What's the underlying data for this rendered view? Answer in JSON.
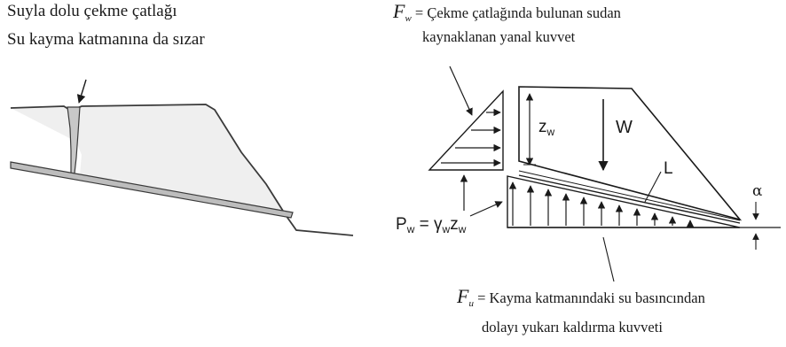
{
  "left": {
    "line1": "Suyla dolu çekme çatlağı",
    "line2": "Su kayma katmanına da sızar"
  },
  "fw": {
    "symbol": "F",
    "sub": "w",
    "eq": " = Çekme çatlağında bulunan sudan",
    "line2": "kaynaklanan yanal kuvvet"
  },
  "fu": {
    "symbol": "F",
    "sub": "u",
    "eq": " = Kayma katmanındaki su basıncından",
    "line2": "dolayı yukarı kaldırma kuvveti"
  },
  "zw": {
    "main": "z",
    "sub": "w"
  },
  "weight": "W",
  "length": "L",
  "alpha": "α",
  "pw": {
    "p": "P",
    "p_sub": "w",
    "eq": " = γ",
    "gamma_sub": "w",
    "z": "z",
    "z_sub": "w"
  },
  "colors": {
    "line": "#1a1a1a",
    "shade": "#c8c8c8"
  }
}
